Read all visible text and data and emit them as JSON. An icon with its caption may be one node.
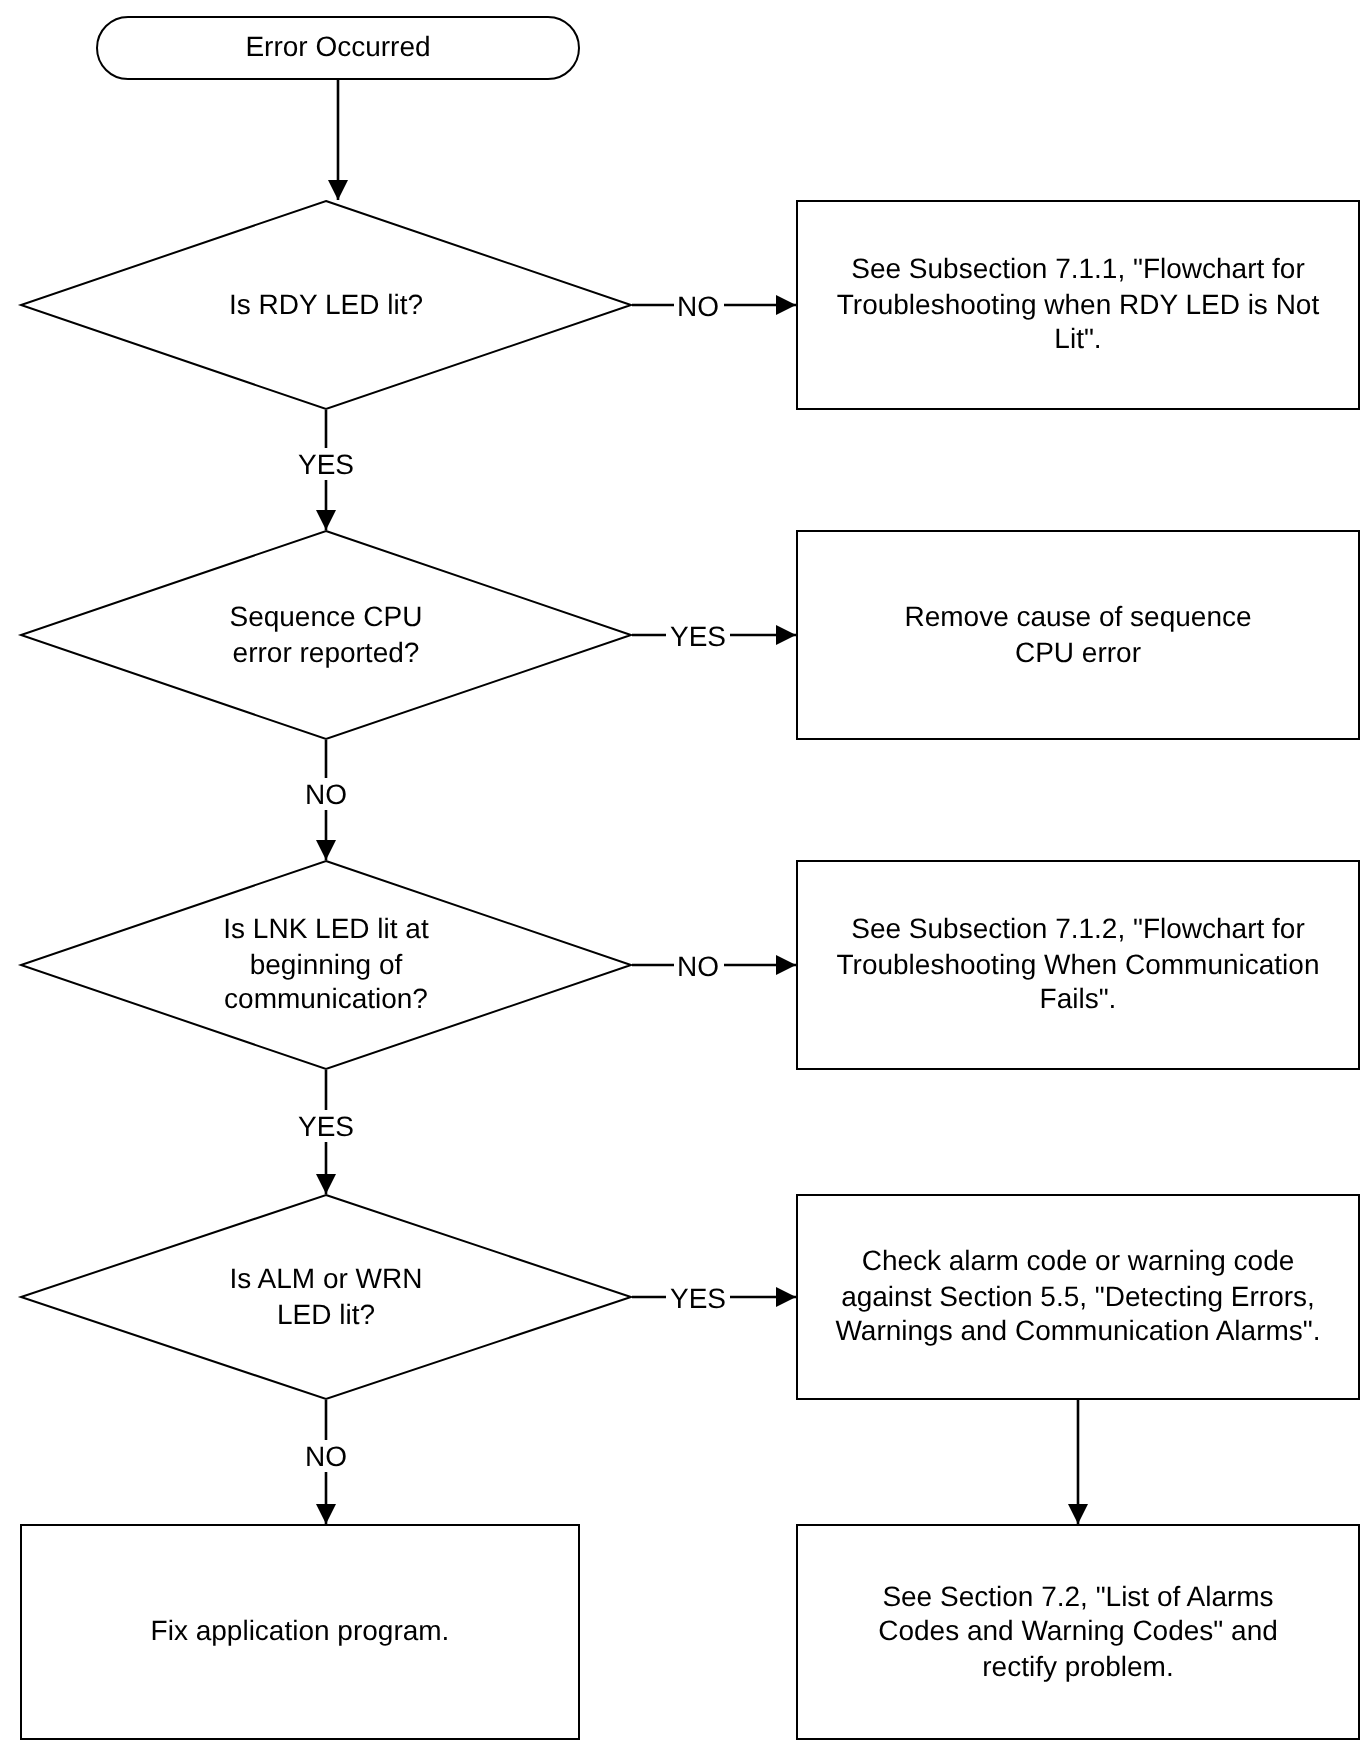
{
  "diagram": {
    "nodes": [
      {
        "text": [
          "Error Occurred"
        ]
      },
      {
        "text": [
          "Is RDY LED lit?"
        ]
      },
      {
        "text": [
          "See Subsection 7.1.1, \"Flowchart for Troubleshooting when RDY LED is Not Lit\"."
        ]
      },
      {
        "text": [
          "Sequence CPU error reported?"
        ]
      },
      {
        "text": [
          "Remove cause of sequence CPU error"
        ]
      },
      {
        "text": [
          "Is LNK LED lit at beginning of communication?"
        ]
      },
      {
        "text": [
          "See Subsection 7.1.2, \"Flowchart for Troubleshooting When Communication Fails\"."
        ]
      },
      {
        "text": [
          "Is ALM or WRN LED lit?"
        ]
      },
      {
        "text": [
          "Check alarm code or warning code against Section 5.5, \"Detecting Errors, Warnings and Communication Alarms\"."
        ]
      },
      {
        "text": [
          "See Section 7.2, \"List of Alarms Codes and Warning Codes\" and rectify problem."
        ]
      },
      {
        "text": [
          "Fix application program."
        ]
      }
    ],
    "edges": [
      {
        "from": 0,
        "to": 1,
        "arrow": "to"
      },
      {
        "from": 1,
        "to": 2,
        "arrow": "to",
        "label": "NO"
      },
      {
        "from": 1,
        "to": 3,
        "arrow": "to",
        "label": "YES"
      },
      {
        "from": 3,
        "to": 4,
        "arrow": "to",
        "label": "YES"
      },
      {
        "from": 3,
        "to": 5,
        "arrow": "to",
        "label": "NO"
      },
      {
        "from": 5,
        "to": 6,
        "arrow": "to",
        "label": "NO"
      },
      {
        "from": 5,
        "to": 7,
        "arrow": "to",
        "label": "YES"
      },
      {
        "from": 7,
        "to": 8,
        "arrow": "to",
        "label": "YES"
      },
      {
        "from": 8,
        "to": 9,
        "arrow": "to"
      },
      {
        "from": 7,
        "to": 10,
        "arrow": "to",
        "label": "NO"
      }
    ]
  }
}
